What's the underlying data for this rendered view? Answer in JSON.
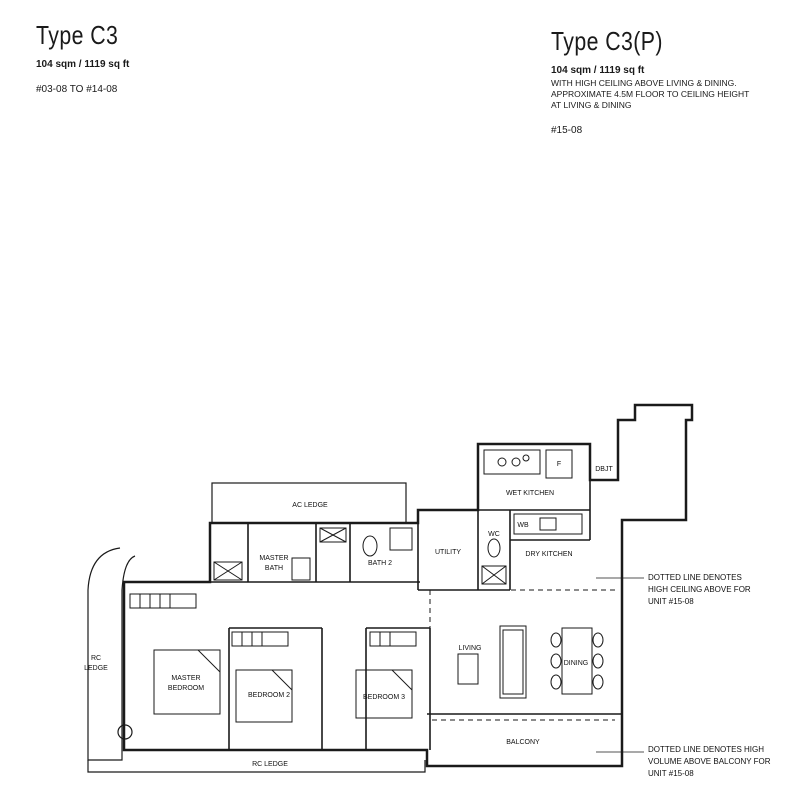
{
  "type_c3": {
    "title": "Type C3",
    "area": "104 sqm / 1119 sq ft",
    "units": "#03-08  TO  #14-08"
  },
  "type_c3p": {
    "title": "Type C3(P)",
    "area": "104 sqm / 1119 sq ft",
    "desc_line1": "WITH HIGH CEILING ABOVE LIVING & DINING.",
    "desc_line2": "APPROXIMATE 4.5m FLOOR TO CEILING HEIGHT",
    "desc_line3": "AT LIVING & DINING",
    "units": "#15-08"
  },
  "rooms": {
    "ac_ledge": "AC LEDGE",
    "master_bath_1": "MASTER",
    "master_bath_2": "BATH",
    "bath2": "BATH 2",
    "utility": "UTILITY",
    "wc": "WC",
    "wet_kitchen": "WET KITCHEN",
    "dry_kitchen": "DRY KITCHEN",
    "fridge": "F",
    "dbjt": "DBJT",
    "wb": "WB",
    "rc_ledge_left_1": "RC",
    "rc_ledge_left_2": "LEDGE",
    "rc_ledge_bottom": "RC LEDGE",
    "master_bedroom_1": "MASTER",
    "master_bedroom_2": "BEDROOM",
    "bedroom2": "BEDROOM 2",
    "bedroom3": "BEDROOM 3",
    "living": "LIVING",
    "dining": "DINING",
    "balcony": "BALCONY"
  },
  "notes": {
    "ceiling_1": "DOTTED LINE DENOTES",
    "ceiling_2": "HIGH CEILING ABOVE FOR",
    "ceiling_3": "UNIT #15-08",
    "balcony_1": "DOTTED LINE DENOTES HIGH",
    "balcony_2": "VOLUME ABOVE BALCONY FOR",
    "balcony_3": "UNIT #15-08"
  }
}
